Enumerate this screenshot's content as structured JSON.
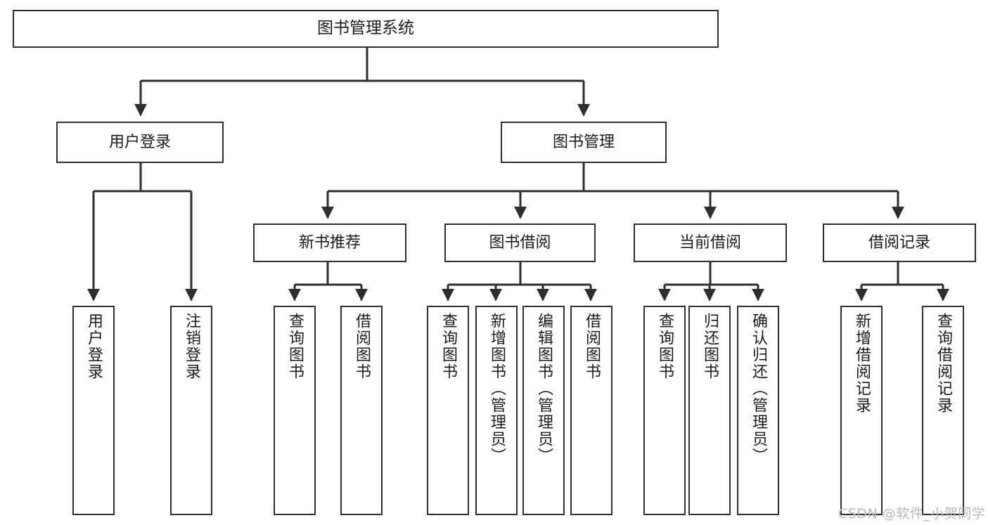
{
  "diagram": {
    "title": "图书管理系统",
    "type": "功能结构图",
    "watermark": "CSDN @软件_小贺同学",
    "colors": {
      "stroke": "#2e2e2e",
      "fill": "#ffffff",
      "text": "#1b1b1b",
      "watermark": "#b8b8b8"
    },
    "nodes": {
      "root": {
        "label": "图书管理系统"
      },
      "level2": [
        {
          "id": "user-login",
          "label": "用户登录"
        },
        {
          "id": "book-management",
          "label": "图书管理"
        }
      ],
      "level3": [
        {
          "id": "new-book-recommend",
          "label": "新书推荐"
        },
        {
          "id": "book-borrow",
          "label": "图书借阅"
        },
        {
          "id": "current-borrow",
          "label": "当前借阅"
        },
        {
          "id": "borrow-record",
          "label": "借阅记录"
        }
      ],
      "leaves": {
        "user-login": [
          {
            "id": "leaf-user-login",
            "label": "用户登录"
          },
          {
            "id": "leaf-logout-login",
            "label": "注销登录"
          }
        ],
        "new-book-recommend": [
          {
            "id": "leaf-query-book-1",
            "label": "查询图书"
          },
          {
            "id": "leaf-borrow-book-1",
            "label": "借阅图书"
          }
        ],
        "book-borrow": [
          {
            "id": "leaf-query-book-2",
            "label": "查询图书"
          },
          {
            "id": "leaf-add-book-admin",
            "label": "新增图书（管理员）"
          },
          {
            "id": "leaf-edit-book-admin",
            "label": "编辑图书（管理员）"
          },
          {
            "id": "leaf-borrow-book-2",
            "label": "借阅图书"
          }
        ],
        "current-borrow": [
          {
            "id": "leaf-query-book-3",
            "label": "查询图书"
          },
          {
            "id": "leaf-return-book",
            "label": "归还图书"
          },
          {
            "id": "leaf-confirm-return-admin",
            "label": "确认归还（管理员）"
          }
        ],
        "borrow-record": [
          {
            "id": "leaf-add-borrow-record",
            "label": "新增借阅记录"
          },
          {
            "id": "leaf-query-borrow-record",
            "label": "查询借阅记录"
          }
        ]
      }
    }
  }
}
